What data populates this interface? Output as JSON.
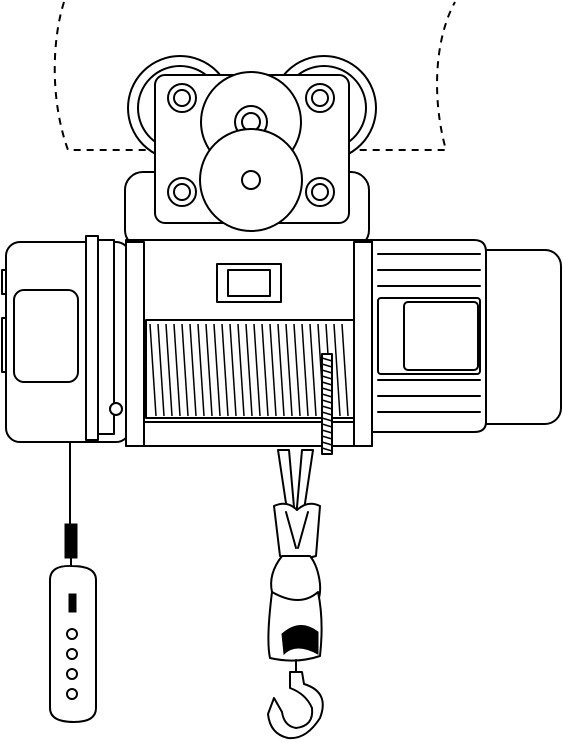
{
  "illustration": {
    "subject": "electric-wire-rope-hoist",
    "style": "black-line-art",
    "background_color": "#ffffff",
    "line_color": "#000000",
    "pendant_button_count": 4
  }
}
